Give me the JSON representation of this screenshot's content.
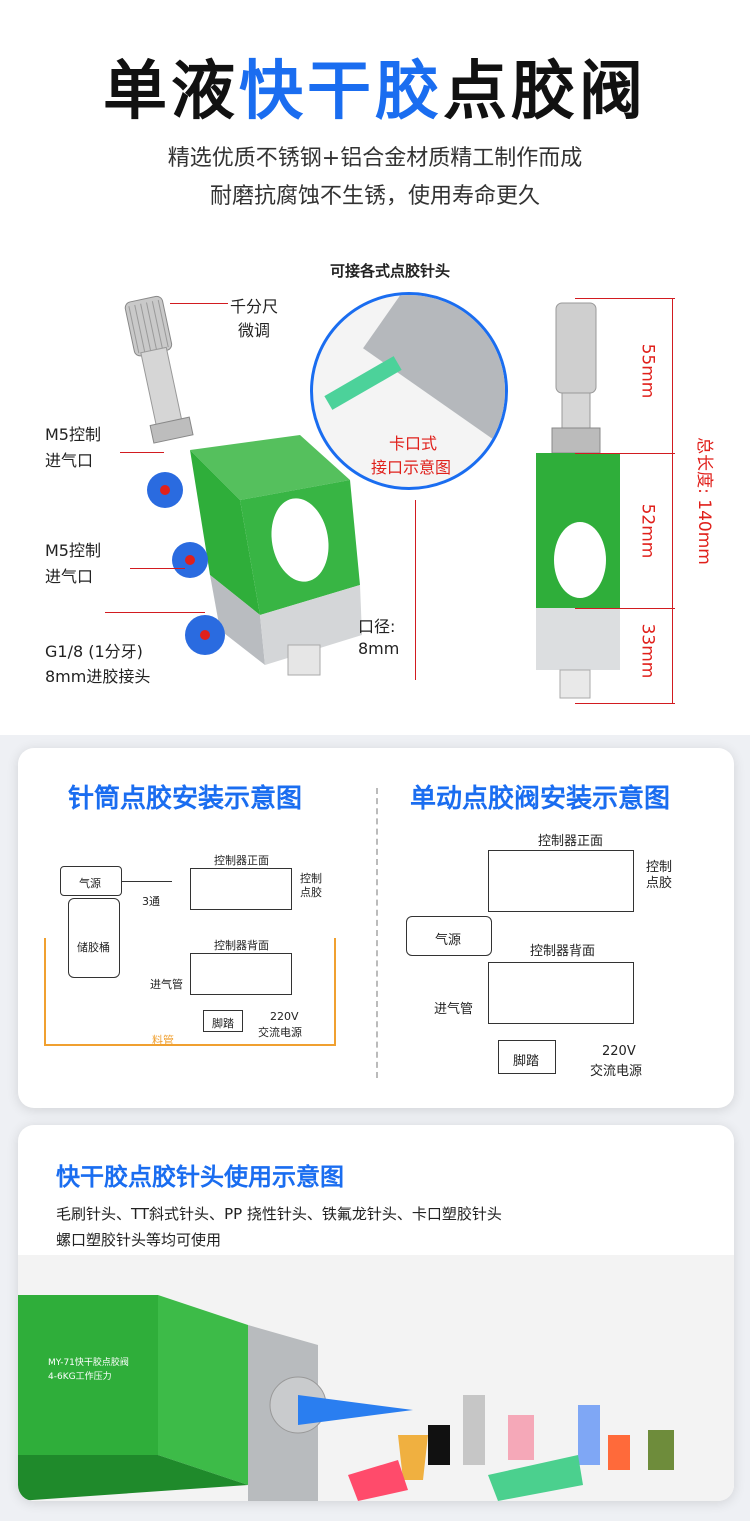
{
  "header": {
    "title_part1": "单液",
    "title_part2": "快干胶",
    "title_part3": "点胶阀",
    "subtitle_line1": "精选优质不锈钢+铝合金材质精工制作而成",
    "subtitle_line2": "耐磨抗腐蚀不生锈，使用寿命更久"
  },
  "product": {
    "caption_top": "可接各式点胶针头",
    "micrometer_label_1": "千分尺",
    "micrometer_label_2": "微调",
    "m5_label_a_1": "M5控制",
    "m5_label_a_2": "进气口",
    "m5_label_b_1": "M5控制",
    "m5_label_b_2": "进气口",
    "inlet_label_1": "G1/8 (1分牙)",
    "inlet_label_2": "8mm进胶接头",
    "bore_label_1": "口径:",
    "bore_label_2": "8mm",
    "bayonet_label_1": "卡口式",
    "bayonet_label_2": "接口示意图",
    "dim_top": "55mm",
    "dim_mid": "52mm",
    "dim_bottom": "33mm",
    "total_length": "总长度: 140mm"
  },
  "diagram_left": {
    "title": "针筒点胶安装示意图",
    "air_source": "气源",
    "three_way": "3通",
    "reservoir": "储胶桶",
    "controller_front": "控制器正面",
    "controller_back": "控制器背面",
    "control_dispense_1": "控制",
    "control_dispense_2": "点胶",
    "air_inlet": "进气管",
    "pedal": "脚踏",
    "power_1": "220V",
    "power_2": "交流电源",
    "feed_tube": "料管"
  },
  "diagram_right": {
    "title": "单动点胶阀安装示意图",
    "controller_front": "控制器正面",
    "controller_back": "控制器背面",
    "air_source": "气源",
    "control_dispense_1": "控制",
    "control_dispense_2": "点胶",
    "air_inlet": "进气管",
    "pedal": "脚踏",
    "power_1": "220V",
    "power_2": "交流电源"
  },
  "needles": {
    "title": "快干胶点胶针头使用示意图",
    "line1": "毛刷针头、TT斜式针头、PP 挠性针头、铁氟龙针头、卡口塑胶针头",
    "line2": "螺口塑胶针头等均可使用",
    "valve_label_1": "MY-71快干胶点胶阀",
    "valve_label_2": "4-6KG工作压力"
  },
  "colors": {
    "accent_blue": "#1a6df0",
    "valve_green": "#2fae3a",
    "marker_red": "#e0201b",
    "feed_orange": "#f0a030"
  }
}
